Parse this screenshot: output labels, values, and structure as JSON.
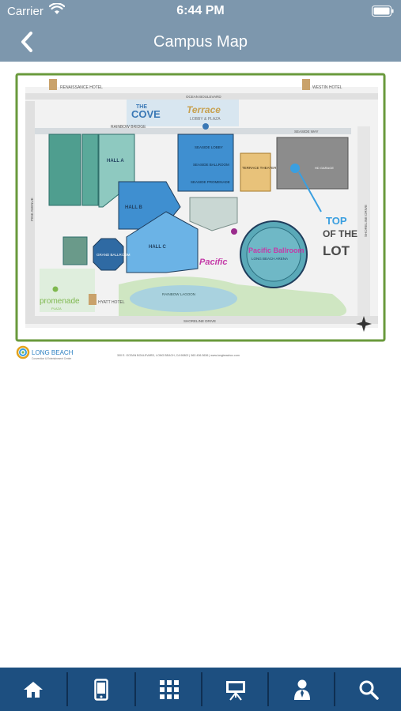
{
  "status_bar": {
    "carrier": "Carrier",
    "time": "6:44 PM"
  },
  "nav": {
    "title": "Campus Map",
    "back_icon": "chevron-left-icon"
  },
  "map": {
    "labels": {
      "renaissance_hotel": "RENAISSANCE HOTEL",
      "westin_hotel": "WESTIN HOTEL",
      "cove_title": "THE",
      "cove_name": "COVE",
      "terrace": "Terrace",
      "terrace_sub": "LOBBY & PLAZA",
      "rainbow_bridge": "RAINBOW BRIDGE",
      "seaside_way": "SEASIDE WAY",
      "ocean_blvd": "OCEAN BOULEVARD",
      "hall_a": "HALL A",
      "hall_b": "HALL B",
      "hall_c": "HALL C",
      "seaside_lobby": "SEASIDE LOBBY",
      "seaside_ballroom": "SEASIDE BALLROOM",
      "terrace_theater": "TERRACE THEATER",
      "seaside_promenade": "SEASIDE PROMENADE",
      "grand_ballroom": "GRAND BALLROOM",
      "pacific": "Pacific",
      "pacific_ballroom": "Pacific Ballroom",
      "long_beach_arena": "LONG BEACH ARENA",
      "top": "TOP",
      "of_the": "OF THE",
      "lot": "LOT",
      "hd_garage": "HD GARAGE",
      "promenade": "promenade",
      "plaza": "PLAZA",
      "hyatt_hotel": "HYATT HOTEL",
      "rainbow_lagoon": "RAINBOW LAGOON",
      "shoreline_drive": "SHORELINE DRIVE",
      "pine_avenue": "PINE AVENUE",
      "shoreline_drive_side": "SHORELINE DRIVE",
      "long_beach_logo": "LONG BEACH",
      "logo_sub": "Convention & Entertainment Center",
      "address": "300 E. OCEAN BOULEVARD, LONG BEACH, CA 90802 | 562.436.3636 | www.longbeachcc.com"
    }
  },
  "tabbar": {
    "tabs": [
      {
        "icon": "home-icon"
      },
      {
        "icon": "mobile-device-icon"
      },
      {
        "icon": "grid-icon"
      },
      {
        "icon": "presentation-easel-icon"
      },
      {
        "icon": "speaker-person-icon"
      },
      {
        "icon": "search-icon"
      }
    ]
  }
}
